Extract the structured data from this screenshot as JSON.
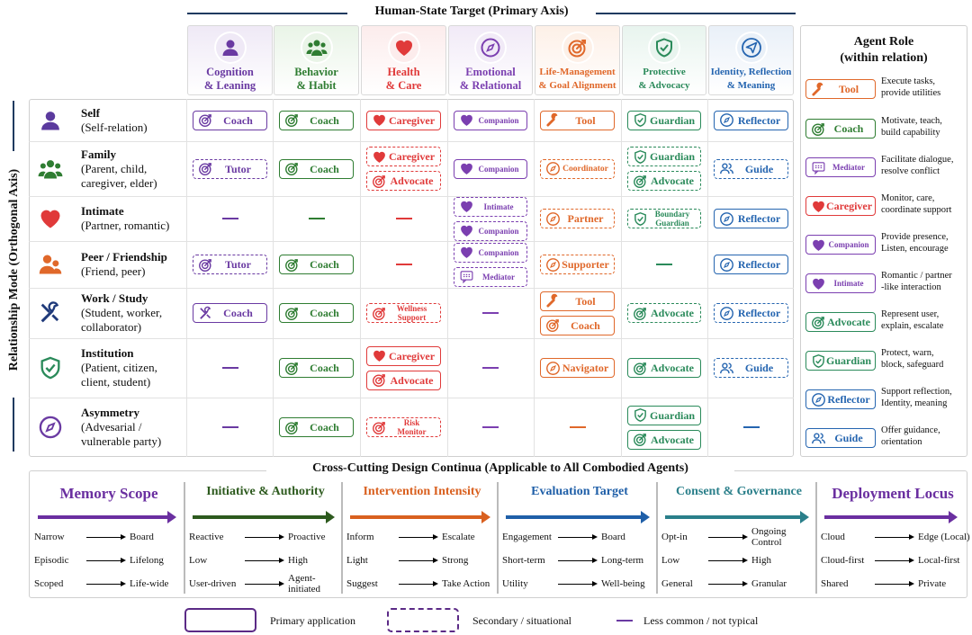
{
  "top_title": "Human-State Target (Primary Axis)",
  "side_title": "Relationship Mode (Orthogonal Axis)",
  "legend_title": "Agent Role\n(within relation)",
  "continua_title": "Cross-Cutting Design Continua (Applicable to All Combodied Agents)",
  "columns": [
    {
      "label": "Cognition\n& Leaning",
      "color": "#6a3aa2",
      "bg": "#efe9f6",
      "icon": "person-icon"
    },
    {
      "label": "Behavior\n& Habit",
      "color": "#2f7d32",
      "bg": "#e9f4e7",
      "icon": "group-icon"
    },
    {
      "label": "Health\n& Care",
      "color": "#e03a3a",
      "bg": "#fcecec",
      "icon": "heart-icon"
    },
    {
      "label": "Emotional\n& Relational",
      "color": "#7b3fb0",
      "bg": "#f1eaf7",
      "icon": "compass-icon"
    },
    {
      "label": "Life-Management\n& Goal Alignment",
      "color": "#e0682a",
      "bg": "#fdf0e7",
      "icon": "target-icon"
    },
    {
      "label": "Protective\n& Advocacy",
      "color": "#2a8a5a",
      "bg": "#e8f4ee",
      "icon": "shield-icon"
    },
    {
      "label": "Identity, Reflection\n& Meaning",
      "color": "#2565b0",
      "bg": "#e9f0f8",
      "icon": "send-icon"
    }
  ],
  "rows": [
    {
      "name": "Self",
      "desc": "(Self-relation)",
      "icon": "person-icon",
      "color": "#5b3a9e"
    },
    {
      "name": "Family",
      "desc": "(Parent, child,\ncaregiver, elder)",
      "icon": "group-icon",
      "color": "#2f7d32"
    },
    {
      "name": "Intimate",
      "desc": "(Partner, romantic)",
      "icon": "heart-icon",
      "color": "#e03a3a"
    },
    {
      "name": "Peer / Friendship",
      "desc": "(Friend, peer)",
      "icon": "peers-icon",
      "color": "#e0682a"
    },
    {
      "name": "Work / Study",
      "desc": "(Student, worker,\ncollaborator)",
      "icon": "tools-icon",
      "color": "#1f3a7a"
    },
    {
      "name": "Institution",
      "desc": "(Patient, citizen,\nclient, student)",
      "icon": "shield-icon",
      "color": "#2a8a5a"
    },
    {
      "name": "Asymmetry",
      "desc": "(Advesarial /\nvulnerable party)",
      "icon": "compass-icon",
      "color": "#6a3aa2"
    }
  ],
  "cells": [
    [
      [
        {
          "role": "Coach",
          "style": "solid",
          "color": "#6a3aa2",
          "icon": "target-icon"
        }
      ],
      [
        {
          "role": "Coach",
          "style": "solid",
          "color": "#2f7d32",
          "icon": "target-icon"
        }
      ],
      [
        {
          "role": "Caregiver",
          "style": "solid",
          "color": "#e03a3a",
          "icon": "heart-icon"
        }
      ],
      [
        {
          "role": "Companion",
          "style": "solid",
          "color": "#7b3fb0",
          "icon": "heart-icon"
        }
      ],
      [
        {
          "role": "Tool",
          "style": "solid",
          "color": "#e0682a",
          "icon": "wrench-icon"
        }
      ],
      [
        {
          "role": "Guardian",
          "style": "solid",
          "color": "#2a8a5a",
          "icon": "shield-icon"
        }
      ],
      [
        {
          "role": "Reflector",
          "style": "solid",
          "color": "#2565b0",
          "icon": "compass-icon"
        }
      ]
    ],
    [
      [
        {
          "role": "Tutor",
          "style": "dashed",
          "color": "#6a3aa2",
          "icon": "target-icon"
        }
      ],
      [
        {
          "role": "Coach",
          "style": "solid",
          "color": "#2f7d32",
          "icon": "target-icon"
        }
      ],
      [
        {
          "role": "Caregiver",
          "style": "dashed",
          "color": "#e03a3a",
          "icon": "heart-icon"
        },
        {
          "role": "Advocate",
          "style": "dashed",
          "color": "#e03a3a",
          "icon": "target-icon"
        }
      ],
      [
        {
          "role": "Companion",
          "style": "solid",
          "color": "#7b3fb0",
          "icon": "heart-icon"
        }
      ],
      [
        {
          "role": "Coordinator",
          "style": "dashed",
          "color": "#e0682a",
          "icon": "compass-icon"
        }
      ],
      [
        {
          "role": "Guardian",
          "style": "dashed",
          "color": "#2a8a5a",
          "icon": "shield-icon"
        },
        {
          "role": "Advocate",
          "style": "dashed",
          "color": "#2a8a5a",
          "icon": "target-icon"
        }
      ],
      [
        {
          "role": "Guide",
          "style": "dashed",
          "color": "#2565b0",
          "icon": "people-icon"
        }
      ]
    ],
    [
      [
        "-",
        "#6a3aa2"
      ],
      [
        "-",
        "#2f7d32"
      ],
      [
        "-",
        "#e03a3a"
      ],
      [
        {
          "role": "Intimate",
          "style": "dashed",
          "color": "#7b3fb0",
          "icon": "heart-icon"
        },
        {
          "role": "Companion",
          "style": "dashed",
          "color": "#7b3fb0",
          "icon": "heart-icon"
        }
      ],
      [
        {
          "role": "Partner",
          "style": "dashed",
          "color": "#e0682a",
          "icon": "compass-icon"
        }
      ],
      [
        {
          "role": "Boundary\nGuardian",
          "style": "dashed",
          "color": "#2a8a5a",
          "icon": "shield-icon"
        }
      ],
      [
        {
          "role": "Reflector",
          "style": "solid",
          "color": "#2565b0",
          "icon": "compass-icon"
        }
      ]
    ],
    [
      [
        {
          "role": "Tutor",
          "style": "dashed",
          "color": "#6a3aa2",
          "icon": "target-icon"
        }
      ],
      [
        {
          "role": "Coach",
          "style": "solid",
          "color": "#2f7d32",
          "icon": "target-icon"
        }
      ],
      [
        "-",
        "#e03a3a"
      ],
      [
        {
          "role": "Companion",
          "style": "dashed",
          "color": "#7b3fb0",
          "icon": "heart-icon"
        },
        {
          "role": "Mediator",
          "style": "dashed",
          "color": "#7b3fb0",
          "icon": "chat-icon"
        }
      ],
      [
        {
          "role": "Supporter",
          "style": "dashed",
          "color": "#e0682a",
          "icon": "compass-icon"
        }
      ],
      [
        "-",
        "#2a8a5a"
      ],
      [
        {
          "role": "Reflector",
          "style": "solid",
          "color": "#2565b0",
          "icon": "compass-icon"
        }
      ]
    ],
    [
      [
        {
          "role": "Coach",
          "style": "solid",
          "color": "#6a3aa2",
          "icon": "tools-icon"
        }
      ],
      [
        {
          "role": "Coach",
          "style": "solid",
          "color": "#2f7d32",
          "icon": "target-icon"
        }
      ],
      [
        {
          "role": "Wellness\nSupport",
          "style": "dashed",
          "color": "#e03a3a",
          "icon": "target-icon"
        }
      ],
      [
        "-",
        "#7b3fb0"
      ],
      [
        {
          "role": "Tool",
          "style": "solid",
          "color": "#e0682a",
          "icon": "wrench-icon"
        },
        {
          "role": "Coach",
          "style": "solid",
          "color": "#e0682a",
          "icon": "target-icon"
        }
      ],
      [
        {
          "role": "Advocate",
          "style": "dashed",
          "color": "#2a8a5a",
          "icon": "target-icon"
        }
      ],
      [
        {
          "role": "Reflector",
          "style": "dashed",
          "color": "#2565b0",
          "icon": "compass-icon"
        }
      ]
    ],
    [
      [
        "-",
        "#6a3aa2"
      ],
      [
        {
          "role": "Coach",
          "style": "solid",
          "color": "#2f7d32",
          "icon": "target-icon"
        }
      ],
      [
        {
          "role": "Caregiver",
          "style": "solid",
          "color": "#e03a3a",
          "icon": "heart-icon"
        },
        {
          "role": "Advocate",
          "style": "solid",
          "color": "#e03a3a",
          "icon": "target-icon"
        }
      ],
      [
        "-",
        "#7b3fb0"
      ],
      [
        {
          "role": "Navigator",
          "style": "solid",
          "color": "#e0682a",
          "icon": "compass-icon"
        }
      ],
      [
        {
          "role": "Advocate",
          "style": "solid",
          "color": "#2a8a5a",
          "icon": "target-icon"
        }
      ],
      [
        {
          "role": "Guide",
          "style": "dashed",
          "color": "#2565b0",
          "icon": "people-icon"
        }
      ]
    ],
    [
      [
        "-",
        "#6a3aa2"
      ],
      [
        {
          "role": "Coach",
          "style": "solid",
          "color": "#2f7d32",
          "icon": "target-icon"
        }
      ],
      [
        {
          "role": "Risk\nMonitor",
          "style": "dashed",
          "color": "#e03a3a",
          "icon": "target-icon"
        }
      ],
      [
        "-",
        "#7b3fb0"
      ],
      [
        "-",
        "#e0682a"
      ],
      [
        {
          "role": "Guardian",
          "style": "solid",
          "color": "#2a8a5a",
          "icon": "shield-icon"
        },
        {
          "role": "Advocate",
          "style": "solid",
          "color": "#2a8a5a",
          "icon": "target-icon"
        }
      ],
      [
        "-",
        "#2565b0"
      ]
    ]
  ],
  "legend": [
    {
      "role": "Tool",
      "color": "#e0682a",
      "icon": "wrench-icon",
      "desc": "Execute tasks,\nprovide utilities"
    },
    {
      "role": "Coach",
      "color": "#2f7d32",
      "icon": "target-icon",
      "desc": "Motivate, teach,\nbuild capability"
    },
    {
      "role": "Mediator",
      "color": "#7b3fb0",
      "icon": "chat-icon",
      "desc": "Facilitate dialogue,\nresolve conflict"
    },
    {
      "role": "Caregiver",
      "color": "#e03a3a",
      "icon": "heart-icon",
      "desc": "Monitor, care,\ncoordinate support"
    },
    {
      "role": "Companion",
      "color": "#7b3fb0",
      "icon": "heart-icon",
      "desc": "Provide presence,\nListen, encourage"
    },
    {
      "role": "Intimate",
      "color": "#7b3fb0",
      "icon": "heart-icon",
      "desc": "Romantic / partner\n-like interaction"
    },
    {
      "role": "Advocate",
      "color": "#2a8a5a",
      "icon": "target-icon",
      "desc": "Represent user,\nexplain, escalate"
    },
    {
      "role": "Guardian",
      "color": "#2a8a5a",
      "icon": "shield-icon",
      "desc": "Protect, warn,\nblock, safeguard"
    },
    {
      "role": "Reflector",
      "color": "#2565b0",
      "icon": "compass-icon",
      "desc": "Support reflection,\nIdentity, meaning"
    },
    {
      "role": "Guide",
      "color": "#2565b0",
      "icon": "people-icon",
      "desc": "Offer guidance,\norientation"
    }
  ],
  "continua": [
    {
      "title": "Memory Scope",
      "color": "#6a2fa0",
      "pairs": [
        [
          "Narrow",
          "Board"
        ],
        [
          "Episodic",
          "Lifelong"
        ],
        [
          "Scoped",
          "Life-wide"
        ]
      ]
    },
    {
      "title": "Initiative & Authority",
      "color": "#2d5a1e",
      "pairs": [
        [
          "Reactive",
          "Proactive"
        ],
        [
          "Low",
          "High"
        ],
        [
          "User-driven",
          "Agent-\ninitiated"
        ]
      ]
    },
    {
      "title": "Intervention Intensity",
      "color": "#d9601f",
      "pairs": [
        [
          "Inform",
          "Escalate"
        ],
        [
          "Light",
          "Strong"
        ],
        [
          "Suggest",
          "Take Action"
        ]
      ]
    },
    {
      "title": "Evaluation Target",
      "color": "#1f5fa8",
      "pairs": [
        [
          "Engagement",
          "Board"
        ],
        [
          "Short-term",
          "Long-term"
        ],
        [
          "Utility",
          "Well-being"
        ]
      ]
    },
    {
      "title": "Consent & Governance",
      "color": "#2a7f8a",
      "pairs": [
        [
          "Opt-in",
          "Ongoing\nControl"
        ],
        [
          "Low",
          "High"
        ],
        [
          "General",
          "Granular"
        ]
      ]
    },
    {
      "title": "Deployment Locus",
      "color": "#6a2fa0",
      "pairs": [
        [
          "Cloud",
          "Edge (Local)"
        ],
        [
          "Cloud-first",
          "Local-first"
        ],
        [
          "Shared",
          "Private"
        ]
      ]
    }
  ],
  "key": [
    {
      "label": "Primary application",
      "style": "solid"
    },
    {
      "label": "Secondary / situational",
      "style": "dashed"
    },
    {
      "label": "Less common / not typical",
      "style": "line"
    }
  ]
}
